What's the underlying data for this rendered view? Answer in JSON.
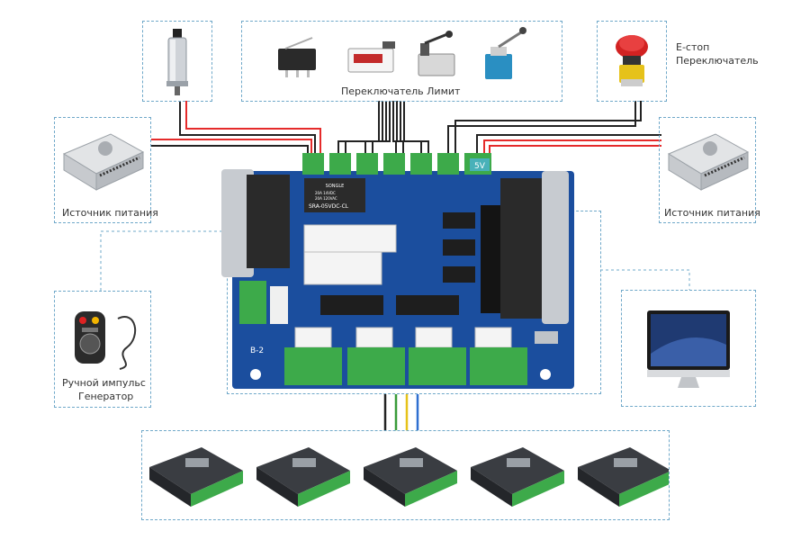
{
  "labels": {
    "limit_switch": "Переключатель Лимит",
    "estop_line1": "Е-стоп",
    "estop_line2": "Переключатель",
    "psu_left": "Источник питания",
    "psu_right": "Источник питания",
    "mpg_line1": "Ручной импульс",
    "mpg_line2": "Генератор"
  },
  "board": {
    "relay_brand": "SONGLE",
    "relay_model": "SRA-05VDC-CL",
    "relay_spec1": "20A 14VDC",
    "relay_spec2": "20A 120VAC",
    "voltage_label": "5V",
    "board_label": "B-2"
  },
  "colors": {
    "board": "#1b4e9e",
    "terminal": "#3daa4a",
    "dashed_border": "#6fa8c9",
    "wire_red": "#e52b2b",
    "wire_black": "#222222",
    "wire_yellow": "#e6c21a",
    "wire_green": "#3a9b3a",
    "wire_blue": "#2f6fd0"
  },
  "drivers": {
    "count": 5
  }
}
